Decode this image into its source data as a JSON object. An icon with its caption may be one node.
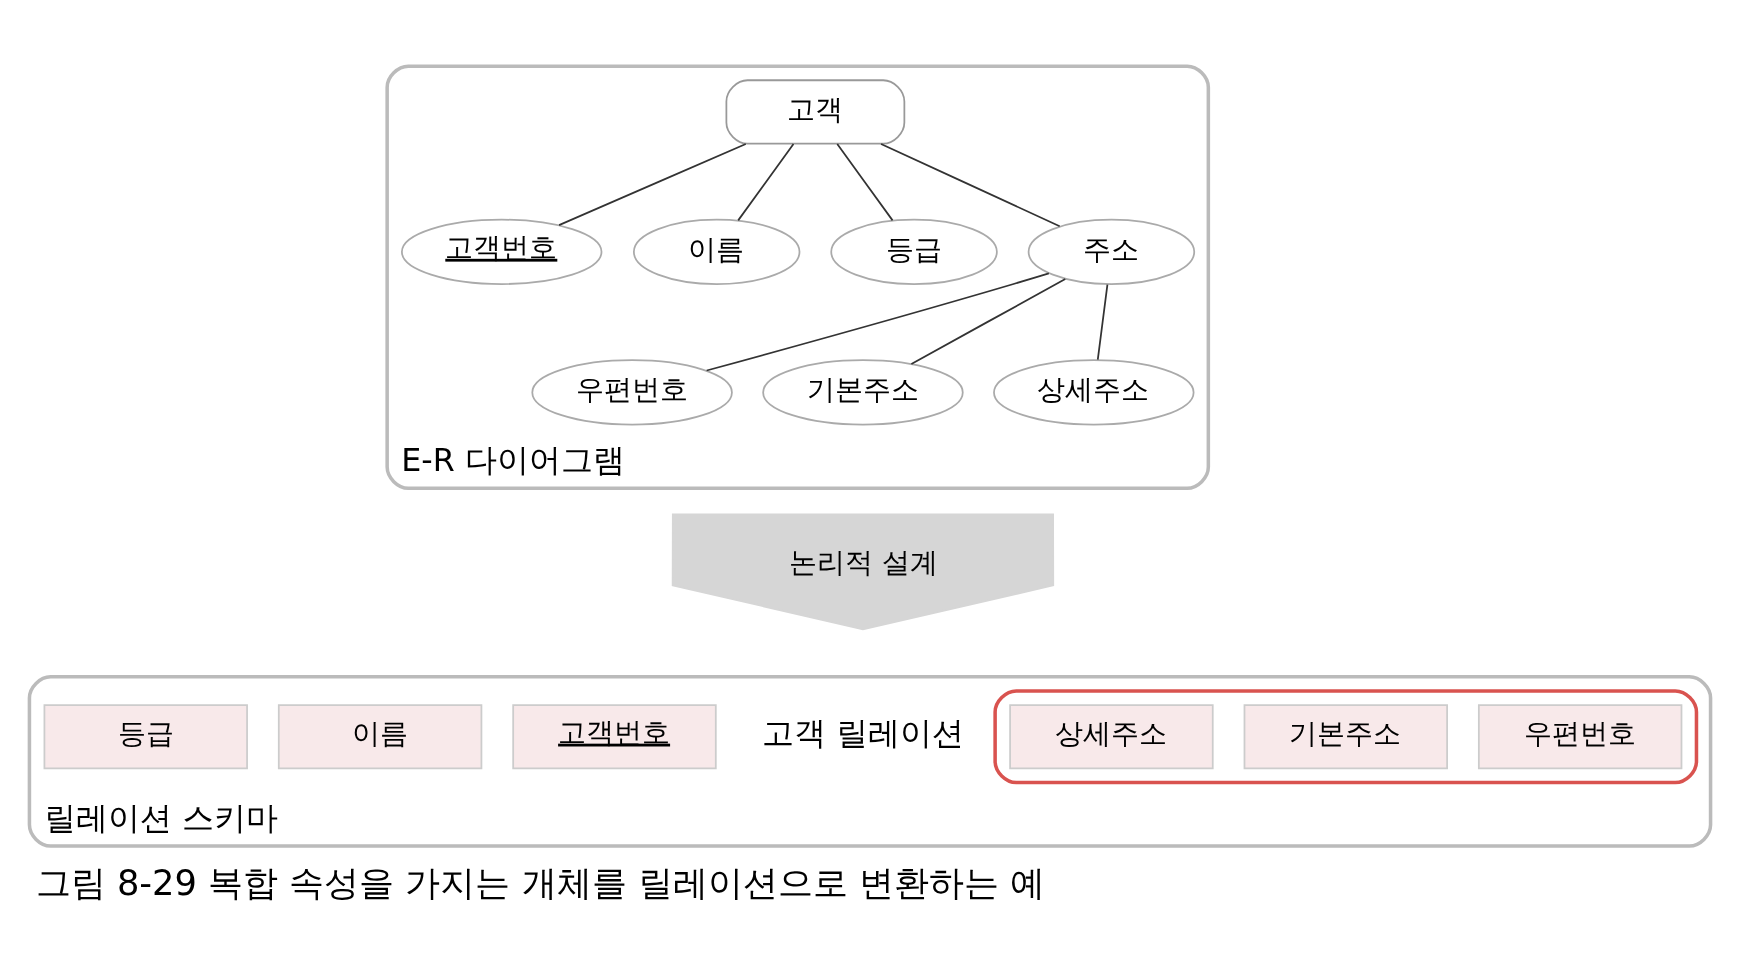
{
  "diagram": {
    "caption": "그림 8-29 복합 속성을 가지는 개체를 릴레이션으로 변환하는 예",
    "nodes": [
      {
        "text": [
          "E-R 다이어그램"
        ]
      },
      {
        "text": [
          "고객"
        ],
        "in": 0
      },
      {
        "text": [
          "고객번호"
        ],
        "in": 0
      },
      {
        "text": [
          "이름"
        ],
        "in": 0
      },
      {
        "text": [
          "등급"
        ],
        "in": 0
      },
      {
        "text": [
          "주소"
        ],
        "in": 0
      },
      {
        "text": [
          "우편번호"
        ],
        "in": 0
      },
      {
        "text": [
          "기본주소"
        ],
        "in": 0
      },
      {
        "text": [
          "상세주소"
        ],
        "in": 0
      },
      {
        "text": [
          "논리적 설계"
        ]
      },
      {
        "text": [
          "릴레이션 스키마"
        ]
      },
      {
        "text": [
          "고객번호"
        ],
        "in": 10
      },
      {
        "text": [
          "이름"
        ],
        "in": 10
      },
      {
        "text": [
          "등급"
        ],
        "in": 10
      },
      {
        "text": [],
        "shape": "box",
        "in": 10
      },
      {
        "text": [
          "우편번호"
        ],
        "in": 14
      },
      {
        "text": [
          "기본주소"
        ],
        "in": 14
      },
      {
        "text": [
          "상세주소"
        ],
        "in": 14
      }
    ],
    "edges": [
      {
        "from": 1,
        "to": 2,
        "arrow": "none"
      },
      {
        "from": 1,
        "to": 3,
        "arrow": "none"
      },
      {
        "from": 1,
        "to": 4,
        "arrow": "none"
      },
      {
        "from": 1,
        "to": 5,
        "arrow": "none"
      },
      {
        "from": 5,
        "to": 6,
        "arrow": "none"
      },
      {
        "from": 5,
        "to": 7,
        "arrow": "none"
      },
      {
        "from": 5,
        "to": 8,
        "arrow": "none"
      }
    ],
    "labels": [
      "고객 릴레이션"
    ]
  }
}
